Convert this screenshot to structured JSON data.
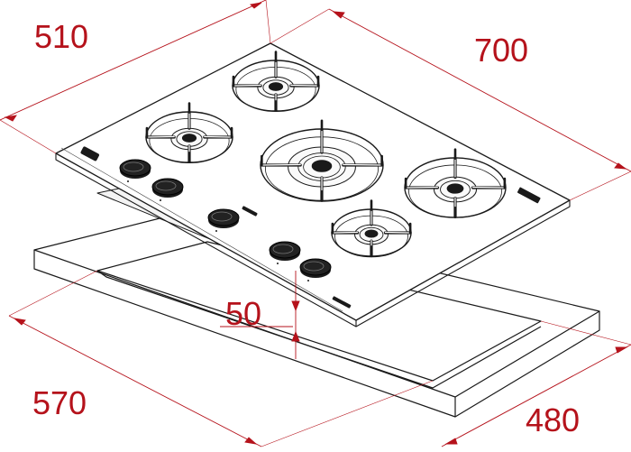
{
  "dimensions": {
    "depth": "510",
    "width": "700",
    "thickness": "50",
    "cutout_width": "570",
    "cutout_depth": "480"
  },
  "colors": {
    "dimension": "#b5121b",
    "line": "#1a1a1a"
  }
}
